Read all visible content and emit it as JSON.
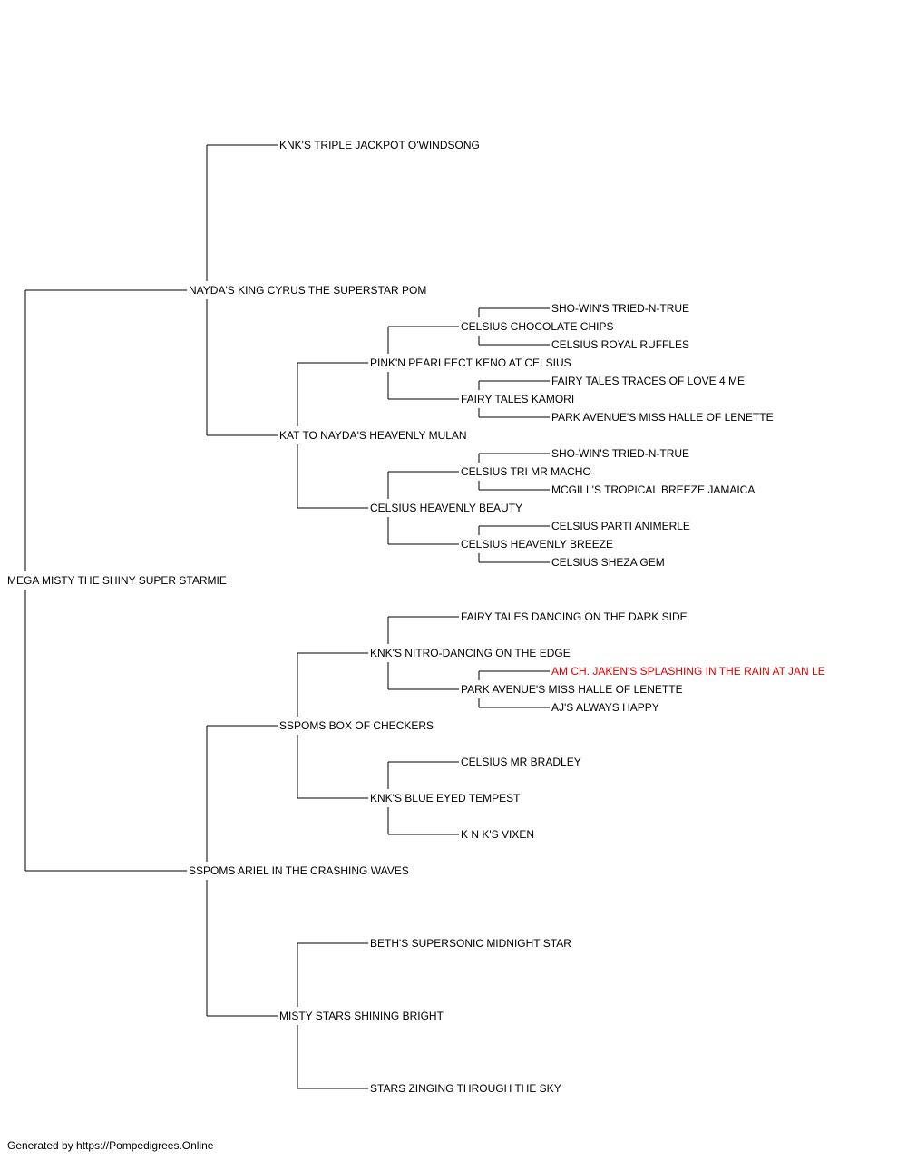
{
  "footer": "Generated by https://Pompedigrees.Online",
  "colors": {
    "line": "#000000",
    "text": "#000000",
    "highlight": "#e00000"
  },
  "pedigree": {
    "name": "MEGA MISTY THE SHINY SUPER STARMIE",
    "sire": {
      "name": "NAYDA'S KING CYRUS THE SUPERSTAR POM",
      "sire": {
        "name": "KNK'S TRIPLE JACKPOT O'WINDSONG"
      },
      "dam": {
        "name": "KAT TO NAYDA'S HEAVENLY MULAN",
        "sire": {
          "name": "PINK'N PEARLFECT KENO AT CELSIUS",
          "sire": {
            "name": "CELSIUS CHOCOLATE CHIPS",
            "sire": {
              "name": "SHO-WIN'S TRIED-N-TRUE"
            },
            "dam": {
              "name": "CELSIUS ROYAL RUFFLES"
            }
          },
          "dam": {
            "name": "FAIRY TALES KAMORI",
            "sire": {
              "name": "FAIRY TALES TRACES OF LOVE 4 ME"
            },
            "dam": {
              "name": "PARK AVENUE'S MISS HALLE OF LENETTE"
            }
          }
        },
        "dam": {
          "name": "CELSIUS HEAVENLY BEAUTY",
          "sire": {
            "name": "CELSIUS TRI MR MACHO",
            "sire": {
              "name": "SHO-WIN'S TRIED-N-TRUE"
            },
            "dam": {
              "name": "MCGILL'S TROPICAL BREEZE JAMAICA"
            }
          },
          "dam": {
            "name": "CELSIUS HEAVENLY BREEZE",
            "sire": {
              "name": "CELSIUS PARTI ANIMERLE"
            },
            "dam": {
              "name": "CELSIUS SHEZA GEM"
            }
          }
        }
      }
    },
    "dam": {
      "name": "SSPOMS ARIEL IN THE CRASHING WAVES",
      "sire": {
        "name": "SSPOMS BOX OF CHECKERS",
        "sire": {
          "name": "KNK'S NITRO-DANCING ON THE EDGE",
          "sire": {
            "name": "FAIRY TALES DANCING ON THE DARK SIDE"
          },
          "dam": {
            "name": "PARK AVENUE'S MISS HALLE OF LENETTE",
            "sire": {
              "name": "AM CH. JAKEN'S SPLASHING IN THE RAIN AT JAN LE",
              "highlight": true
            },
            "dam": {
              "name": "AJ'S ALWAYS HAPPY"
            }
          }
        },
        "dam": {
          "name": "KNK'S BLUE EYED TEMPEST",
          "sire": {
            "name": "CELSIUS MR BRADLEY"
          },
          "dam": {
            "name": "K N K'S VIXEN"
          }
        }
      },
      "dam": {
        "name": "MISTY STARS SHINING BRIGHT",
        "sire": {
          "name": "BETH'S SUPERSONIC MIDNIGHT STAR"
        },
        "dam": {
          "name": "STARS ZINGING THROUGH THE SKY"
        }
      }
    }
  }
}
